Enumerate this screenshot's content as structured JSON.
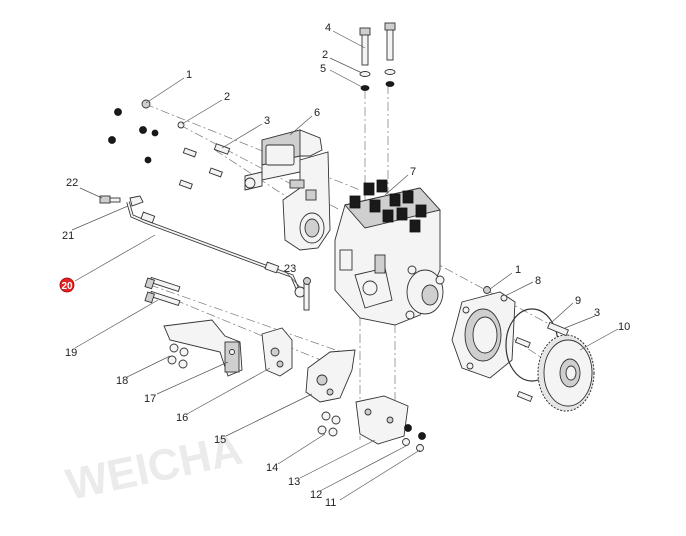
{
  "watermark": "WEICHA",
  "highlight_color": "#e02424",
  "callouts": [
    {
      "id": "c1a",
      "label": "1"
    },
    {
      "id": "c2a",
      "label": "2"
    },
    {
      "id": "c3a",
      "label": "3"
    },
    {
      "id": "c6",
      "label": "6"
    },
    {
      "id": "c4",
      "label": "4"
    },
    {
      "id": "c2b",
      "label": "2"
    },
    {
      "id": "c5",
      "label": "5"
    },
    {
      "id": "c7",
      "label": "7"
    },
    {
      "id": "c22",
      "label": "22"
    },
    {
      "id": "c21",
      "label": "21"
    },
    {
      "id": "c20",
      "label": "20",
      "highlighted": true
    },
    {
      "id": "c23",
      "label": "23"
    },
    {
      "id": "c1b",
      "label": "1"
    },
    {
      "id": "c8",
      "label": "8"
    },
    {
      "id": "c9",
      "label": "9"
    },
    {
      "id": "c3b",
      "label": "3"
    },
    {
      "id": "c10",
      "label": "10"
    },
    {
      "id": "c19",
      "label": "19"
    },
    {
      "id": "c18",
      "label": "18"
    },
    {
      "id": "c17",
      "label": "17"
    },
    {
      "id": "c16",
      "label": "16"
    },
    {
      "id": "c15",
      "label": "15"
    },
    {
      "id": "c14",
      "label": "14"
    },
    {
      "id": "c13",
      "label": "13"
    },
    {
      "id": "c12",
      "label": "12"
    },
    {
      "id": "c11",
      "label": "11"
    }
  ]
}
